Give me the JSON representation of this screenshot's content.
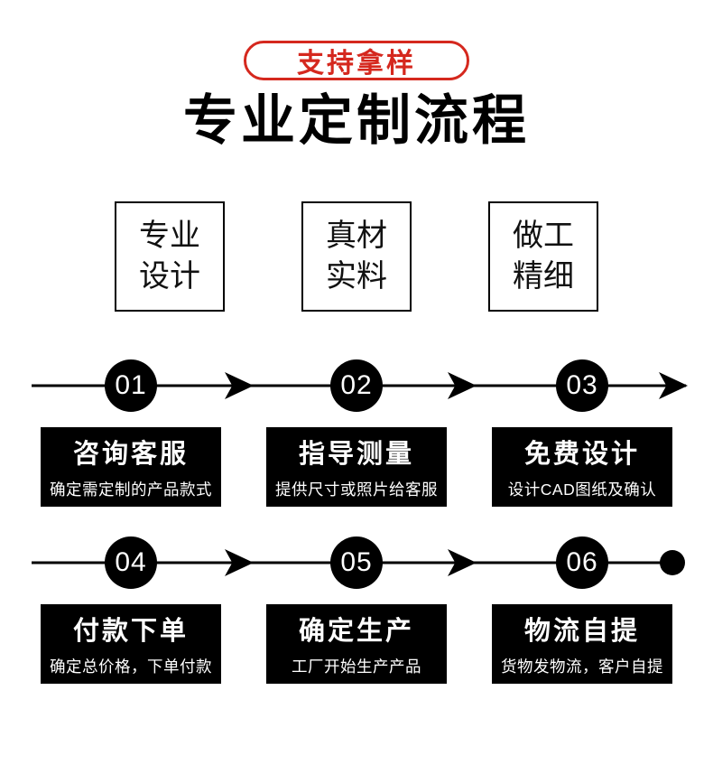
{
  "badge": {
    "label": "支持拿样"
  },
  "title": "专业定制流程",
  "features": [
    {
      "line1": "专业",
      "line2": "设计"
    },
    {
      "line1": "真材",
      "line2": "实料"
    },
    {
      "line1": "做工",
      "line2": "精细"
    }
  ],
  "flow": {
    "rows": [
      {
        "end_marker": "arrow",
        "steps": [
          {
            "number": "01",
            "title": "咨询客服",
            "desc": "确定需定制的产品款式"
          },
          {
            "number": "02",
            "title": "指导测量",
            "desc": "提供尺寸或照片给客服"
          },
          {
            "number": "03",
            "title": "免费设计",
            "desc": "设计CAD图纸及确认"
          }
        ]
      },
      {
        "end_marker": "dot",
        "steps": [
          {
            "number": "04",
            "title": "付款下单",
            "desc": "确定总价格，下单付款"
          },
          {
            "number": "05",
            "title": "确定生产",
            "desc": "工厂开始生产产品"
          },
          {
            "number": "06",
            "title": "物流自提",
            "desc": "货物发物流，客户自提"
          }
        ]
      }
    ]
  },
  "colors": {
    "accent": "#d5281e",
    "step_box": "#000000",
    "text_on_dark": "#ffffff"
  }
}
